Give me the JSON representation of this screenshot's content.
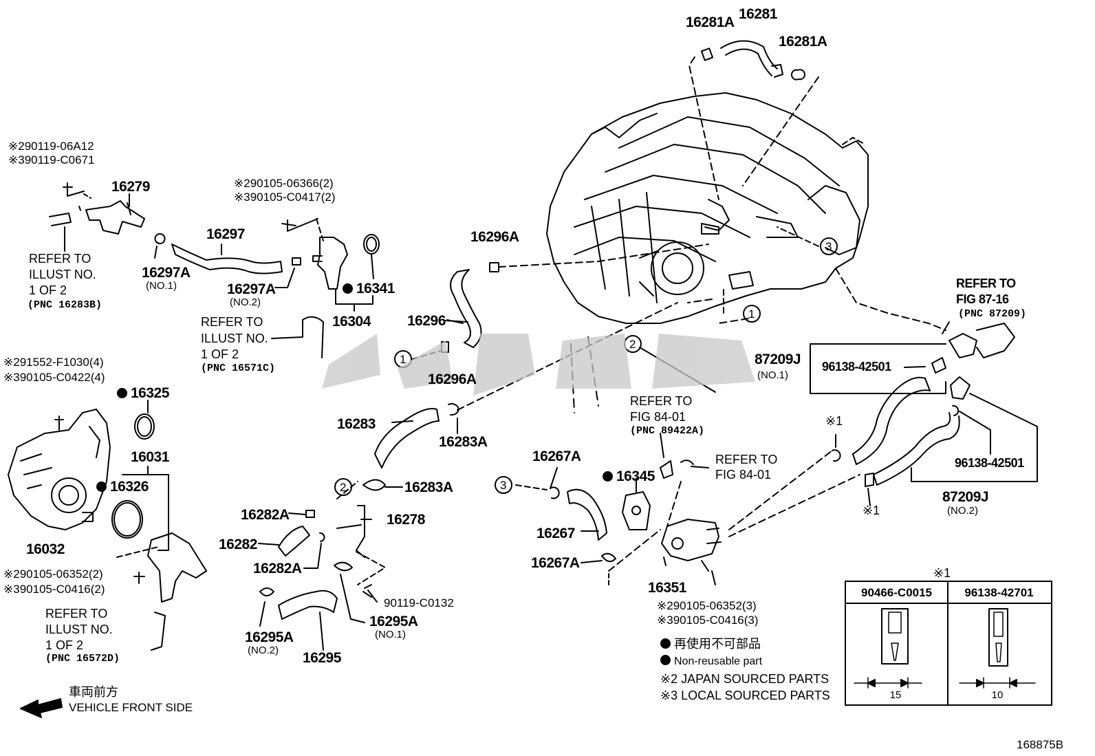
{
  "colors": {
    "ink": "#000000",
    "watermark": "#c8c8c8",
    "background": "#ffffff"
  },
  "labels": {
    "l_16281A_top": "16281A",
    "l_16281": "16281",
    "l_16281A_right": "16281A",
    "l_290119_06A12": "※290119-06A12",
    "l_390119_C0671": "※390119-C0671",
    "l_16279": "16279",
    "l_refer_illust_1": "REFER TO",
    "l_refer_illust_2": "ILLUST NO.",
    "l_refer_illust_3": "1 OF 2",
    "l_pnc_16283B": "(PNC 16283B)",
    "l_16297A_no1": "16297A",
    "l_no1_a": "(NO.1)",
    "l_16297": "16297",
    "l_16297A_no2": "16297A",
    "l_no2_a": "(NO.2)",
    "l_290105_06366": "※290105-06366(2)",
    "l_390105_C0417": "※390105-C0417(2)",
    "l_16341": "16341",
    "l_16304": "16304",
    "l_refer2_1": "REFER TO",
    "l_refer2_2": "ILLUST NO.",
    "l_refer2_3": "1 OF 2",
    "l_pnc_16571C": "(PNC 16571C)",
    "l_16296A_top": "16296A",
    "l_16296": "16296",
    "l_16296A_bottom": "16296A",
    "l_291552": "※291552-F1030(4)",
    "l_390105_C0422": "※390105-C0422(4)",
    "l_16325": "16325",
    "l_16031": "16031",
    "l_16326": "16326",
    "l_16032": "16032",
    "l_290105_06352_2": "※290105-06352(2)",
    "l_390105_C0416_2": "※390105-C0416(2)",
    "l_refer3_1": "REFER TO",
    "l_refer3_2": "ILLUST NO.",
    "l_refer3_3": "1 OF 2",
    "l_pnc_16572D": "(PNC 16572D)",
    "l_16283": "16283",
    "l_16283A_a": "16283A",
    "l_16283A_b": "16283A",
    "l_16282A_a": "16282A",
    "l_16282": "16282",
    "l_16282A_b": "16282A",
    "l_16278": "16278",
    "l_90119_C0132": "90119-C0132",
    "l_16295A_no1": "16295A",
    "l_no1_b": "(NO.1)",
    "l_16295A_no2": "16295A",
    "l_no2_b": "(NO.2)",
    "l_16295": "16295",
    "l_16267A_top": "16267A",
    "l_16267": "16267",
    "l_16267A_bottom": "16267A",
    "l_16345": "16345",
    "l_16351": "16351",
    "l_refer_fig84_1": "REFER TO",
    "l_fig84_a": "FIG 84-01",
    "l_pnc_89422A": "(PNC 89422A)",
    "l_refer_fig84_2": "REFER TO",
    "l_fig84_b": "FIG 84-01",
    "l_290105_06352_3": "※290105-06352(3)",
    "l_390105_C0416_3": "※390105-C0416(3)",
    "l_refer_fig87": "REFER TO",
    "l_fig87": "FIG 87-16",
    "l_pnc_87209": "(PNC 87209)",
    "l_87209J_no1": "87209J",
    "l_no1_c": "(NO.1)",
    "l_96138_42501_a": "96138-42501",
    "l_96138_42501_b": "96138-42501",
    "l_87209J_no2": "87209J",
    "l_no2_c": "(NO.2)",
    "l_x1_a": "※1",
    "l_x1_b": "※1",
    "l_table_title": "※1",
    "l_jp_nonreusable": "再使用不可部品",
    "l_nonreusable": "Non-reusable part",
    "l_japan_sourced": "※2 JAPAN SOURCED PARTS",
    "l_local_sourced": "※3 LOCAL SOURCED PARTS",
    "l_front_jp": "車両前方",
    "l_front_en": "VEHICLE FRONT SIDE",
    "l_fig_id": "168875B"
  },
  "circles": [
    "1",
    "1",
    "2",
    "2",
    "3",
    "3"
  ],
  "table": {
    "col1_part": "90466-C0015",
    "col2_part": "96138-42701",
    "col1_dim": "15",
    "col2_dim": "10"
  }
}
